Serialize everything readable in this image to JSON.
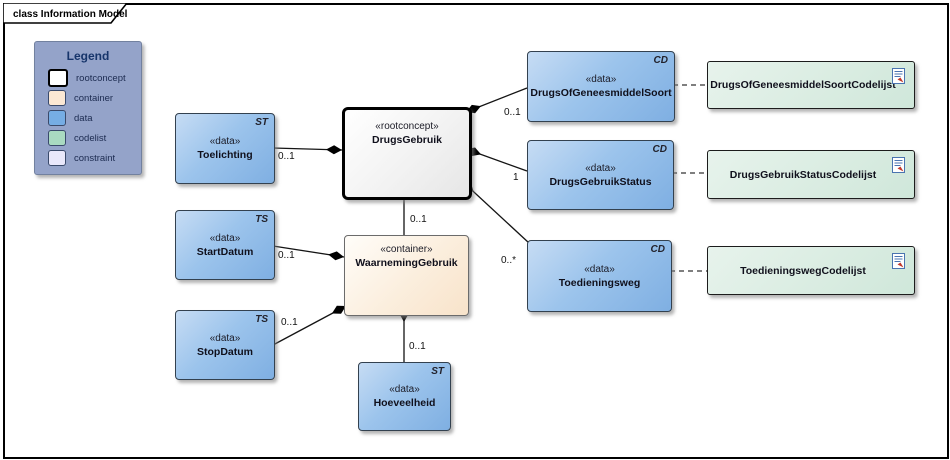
{
  "frame": {
    "title": "class Information Model"
  },
  "legend": {
    "title": "Legend",
    "items": [
      {
        "label": "rootconcept",
        "color": "#ffffff"
      },
      {
        "label": "container",
        "color": "#fbe8d4"
      },
      {
        "label": "data",
        "color": "#76ade4"
      },
      {
        "label": "codelist",
        "color": "#a9dac1"
      },
      {
        "label": "constraint",
        "color": "#e9e8fb"
      }
    ]
  },
  "icons": {
    "codelist_doc": "document-icon"
  },
  "colors": {
    "data_fill": "#9cc4ec",
    "container_fill": "#fbeedd",
    "codelist_fill": "#dceee4",
    "rootconcept_fill": "#ffffff",
    "legend_bg": "#94a3c9",
    "line": "#141414"
  },
  "nodes": {
    "drugsgebruik": {
      "stereotype": "«rootconcept»",
      "name": "DrugsGebruik"
    },
    "toelichting": {
      "stereotype": "«data»",
      "name": "Toelichting",
      "tag": "ST",
      "multiplicity": "0..1"
    },
    "waarneminggebruik": {
      "stereotype": "«container»",
      "name": "WaarnemingGebruik",
      "multiplicity": "0..1"
    },
    "startdatum": {
      "stereotype": "«data»",
      "name": "StartDatum",
      "tag": "TS",
      "multiplicity": "0..1"
    },
    "stopdatum": {
      "stereotype": "«data»",
      "name": "StopDatum",
      "tag": "TS",
      "multiplicity": "0..1"
    },
    "hoeveelheid": {
      "stereotype": "«data»",
      "name": "Hoeveelheid",
      "tag": "ST",
      "multiplicity": "0..1"
    },
    "drugsofgeneesmiddelsoort": {
      "stereotype": "«data»",
      "name": "DrugsOfGeneesmiddelSoort",
      "tag": "CD",
      "multiplicity": "0..1"
    },
    "drugsgebruikstatus": {
      "stereotype": "«data»",
      "name": "DrugsGebruikStatus",
      "tag": "CD",
      "multiplicity": "1"
    },
    "toedieningsweg": {
      "stereotype": "«data»",
      "name": "Toedieningsweg",
      "tag": "CD",
      "multiplicity": "0..*"
    },
    "drugsofgeneesmiddelsoortcodelijst": {
      "name": "DrugsOfGeneesmiddelSoortCodelijst"
    },
    "drugsgebruikstatuscodelijst": {
      "name": "DrugsGebruikStatusCodelijst"
    },
    "toedieningswegcodelijst": {
      "name": "ToedieningswegCodelijst"
    }
  }
}
